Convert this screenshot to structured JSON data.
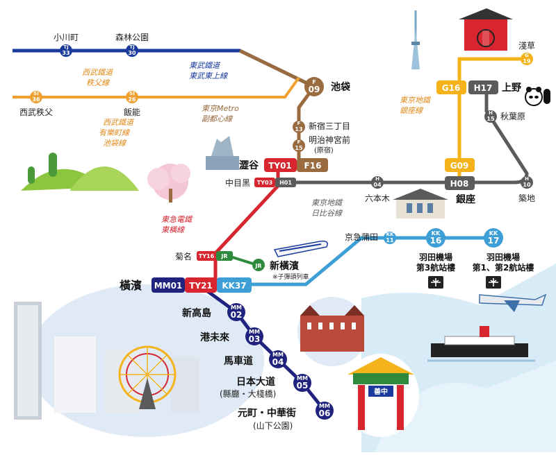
{
  "colors": {
    "tobu": "#1a3a9e",
    "seibu": "#f0a030",
    "fukutoshin": "#9a6b3e",
    "tokyu": "#d7262f",
    "hibiya": "#5b5b5b",
    "ginza": "#f4b31b",
    "keikyu": "#3d9fd6",
    "minatomirai": "#20237e",
    "jr": "#2e8b3d"
  },
  "lines": {
    "tobu": "東武鐵道\n東武東上線",
    "seibu_chichibu": "西武鐵道\n秩父線",
    "seibu_ikebukuro": "西武鐵道\n有樂町線\n池袋線",
    "fukutoshin": "東京Metro\n副都心線",
    "ginza": "東京地鐵\n銀座線",
    "tokyu": "東急電鐵\n東橫線",
    "hibiya": "東京地鐵\n日比谷線"
  },
  "stations": {
    "ogawamachi": {
      "name": "小川町",
      "code": "TJ",
      "num": "33"
    },
    "shinrinkoen": {
      "name": "森林公園",
      "code": "TJ",
      "num": "30"
    },
    "seibuchichibu": {
      "name": "西武秩父",
      "code": "SI",
      "num": "36"
    },
    "hanno": {
      "name": "飯能",
      "code": "SI",
      "num": "26"
    },
    "ikebukuro": {
      "name": "池袋",
      "code": "F",
      "num": "09"
    },
    "shinjuku3": {
      "name": "新宿三丁目",
      "code": "F",
      "num": "13"
    },
    "meijijingu": {
      "name": "明治神宮前",
      "sub": "(原宿)",
      "code": "F",
      "num": "15"
    },
    "shibuya": {
      "name": "澀谷",
      "codes": [
        "TY01",
        "F16"
      ]
    },
    "nakameguro": {
      "name": "中目黑",
      "codes": [
        "TY03",
        "H01"
      ]
    },
    "roppongi": {
      "name": "六本木",
      "code": "H",
      "num": "04"
    },
    "ginza": {
      "name": "銀座",
      "codes": [
        "G09",
        "H08"
      ]
    },
    "tsukiji": {
      "name": "築地",
      "code": "H",
      "num": "10"
    },
    "akihabara": {
      "name": "秋葉原",
      "code": "H",
      "num": "15"
    },
    "ueno": {
      "name": "上野",
      "codes": [
        "G16",
        "H17"
      ]
    },
    "asakusa": {
      "name": "淺草",
      "code": "G",
      "num": "19"
    },
    "kikuna": {
      "name": "菊名",
      "codes": [
        "TY16",
        "JR"
      ]
    },
    "shinyokohama": {
      "name": "新橫濱",
      "code": "JR",
      "note": "※子彈頭列車"
    },
    "keikyukamata": {
      "name": "京急蒲田",
      "code": "KK",
      "num": "11"
    },
    "haneda3": {
      "name": "羽田機場\n第3航站樓",
      "code": "KK",
      "num": "16"
    },
    "haneda12": {
      "name": "羽田機場\n第1、第2航站樓",
      "code": "KK",
      "num": "17"
    },
    "yokohama": {
      "name": "橫濱",
      "codes": [
        "MM01",
        "TY21",
        "KK37"
      ]
    },
    "shintakashima": {
      "name": "新高島",
      "code": "MM",
      "num": "02"
    },
    "minatomirai": {
      "name": "港未來",
      "code": "MM",
      "num": "03"
    },
    "bashamichi": {
      "name": "馬車道",
      "code": "MM",
      "num": "04"
    },
    "nihonodori": {
      "name": "日本大道",
      "sub": "(縣廳・大棧橋)",
      "code": "MM",
      "num": "05"
    },
    "motomachi": {
      "name": "元町・中華街",
      "sub": "(山下公園)",
      "code": "MM",
      "num": "06"
    }
  },
  "icons": {
    "airport": "airplane-icon",
    "panda": "panda-icon",
    "hachiko": "dog-statue-icon",
    "tower": "skytree-icon",
    "gate": "kaminarimon-icon",
    "sakura": "cherry-blossom-icon",
    "shinkansen": "bullet-train-icon",
    "chinatown_gate": "chinatown-gate-icon",
    "chinatown_sign": "善中"
  }
}
